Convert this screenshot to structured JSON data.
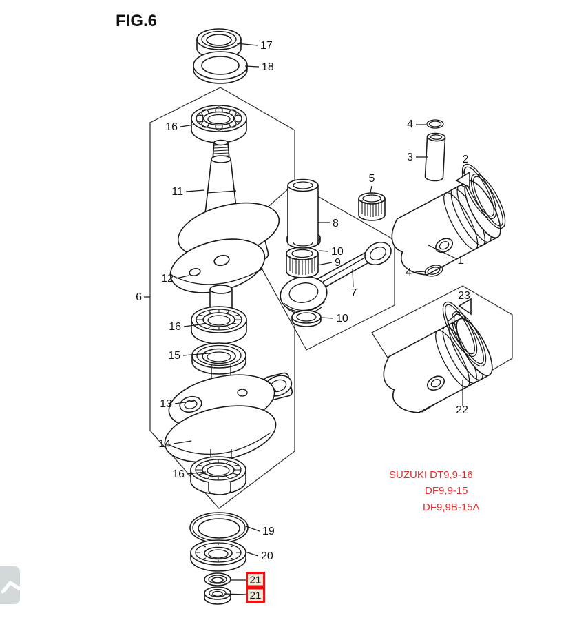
{
  "figure": {
    "title": "FIG.6"
  },
  "models": {
    "lines": [
      "SUZUKI DT9,9-16",
      "DF9,9-15",
      "DF9,9B-15A"
    ]
  },
  "diagram": {
    "description": "Exploded parts diagram: crankshaft and piston assembly",
    "labels": [
      {
        "text": "17",
        "highlighted": false
      },
      {
        "text": "18",
        "highlighted": false
      },
      {
        "text": "16",
        "highlighted": false
      },
      {
        "text": "11",
        "highlighted": false
      },
      {
        "text": "12",
        "highlighted": false
      },
      {
        "text": "6",
        "highlighted": false
      },
      {
        "text": "16",
        "highlighted": false
      },
      {
        "text": "15",
        "highlighted": false
      },
      {
        "text": "13",
        "highlighted": false
      },
      {
        "text": "14",
        "highlighted": false
      },
      {
        "text": "16",
        "highlighted": false
      },
      {
        "text": "19",
        "highlighted": false
      },
      {
        "text": "20",
        "highlighted": false
      },
      {
        "text": "21",
        "highlighted": true
      },
      {
        "text": "21",
        "highlighted": true
      },
      {
        "text": "4",
        "highlighted": false
      },
      {
        "text": "3",
        "highlighted": false
      },
      {
        "text": "5",
        "highlighted": false
      },
      {
        "text": "2",
        "highlighted": false
      },
      {
        "text": "8",
        "highlighted": false
      },
      {
        "text": "10",
        "highlighted": false
      },
      {
        "text": "9",
        "highlighted": false
      },
      {
        "text": "7",
        "highlighted": false
      },
      {
        "text": "10",
        "highlighted": false
      },
      {
        "text": "1",
        "highlighted": false
      },
      {
        "text": "4",
        "highlighted": false
      },
      {
        "text": "23",
        "highlighted": false
      },
      {
        "text": "22",
        "highlighted": false
      }
    ]
  },
  "colors": {
    "highlight_border": "#ee1111",
    "highlight_fill": "#f1ead9",
    "model_text": "#e62e2e",
    "line_art": "#1a1a1a"
  },
  "corner_control": {
    "icon": "chevron-up-icon"
  }
}
